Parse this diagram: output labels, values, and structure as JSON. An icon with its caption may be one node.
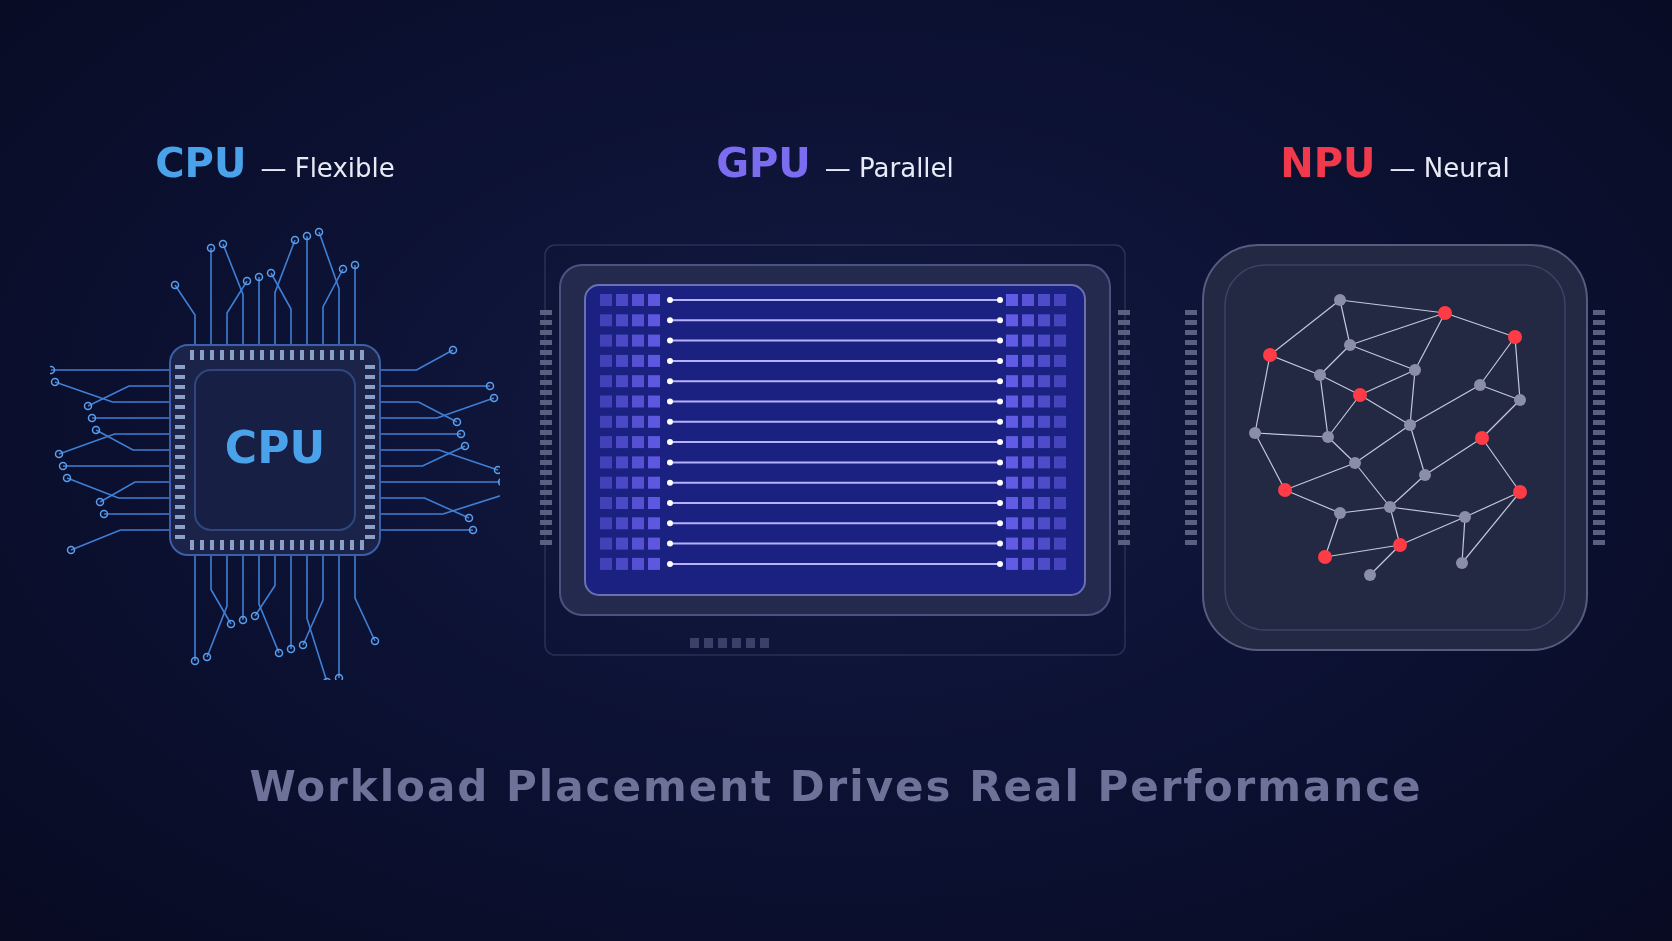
{
  "diagram": {
    "caption": "Workload Placement Drives Real Performance",
    "nodes": [
      {
        "text": [
          "CPU",
          "— Flexible",
          "CPU"
        ]
      },
      {
        "text": [
          "GPU",
          "— Parallel"
        ]
      },
      {
        "text": [
          "NPU",
          "— Neural"
        ]
      }
    ]
  }
}
